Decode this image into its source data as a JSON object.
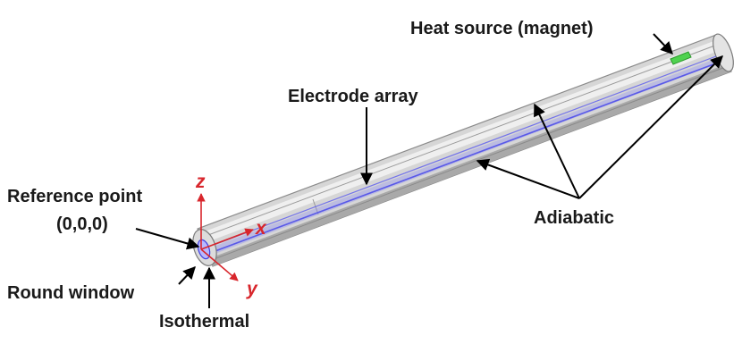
{
  "labels": {
    "heat_source": "Heat source (magnet)",
    "electrode_array": "Electrode array",
    "reference_point_line1": "Reference point",
    "reference_point_line2": "(0,0,0)",
    "round_window": "Round window",
    "isothermal": "Isothermal",
    "adiabatic": "Adiabatic"
  },
  "axes": {
    "x": "x",
    "y": "y",
    "z": "z"
  },
  "colors": {
    "axis": "#d8262c",
    "electrode": "#3f3fe0",
    "magnet": "#4fd24f",
    "tube_edge": "#7a7a7a",
    "annotation": "#000000"
  }
}
